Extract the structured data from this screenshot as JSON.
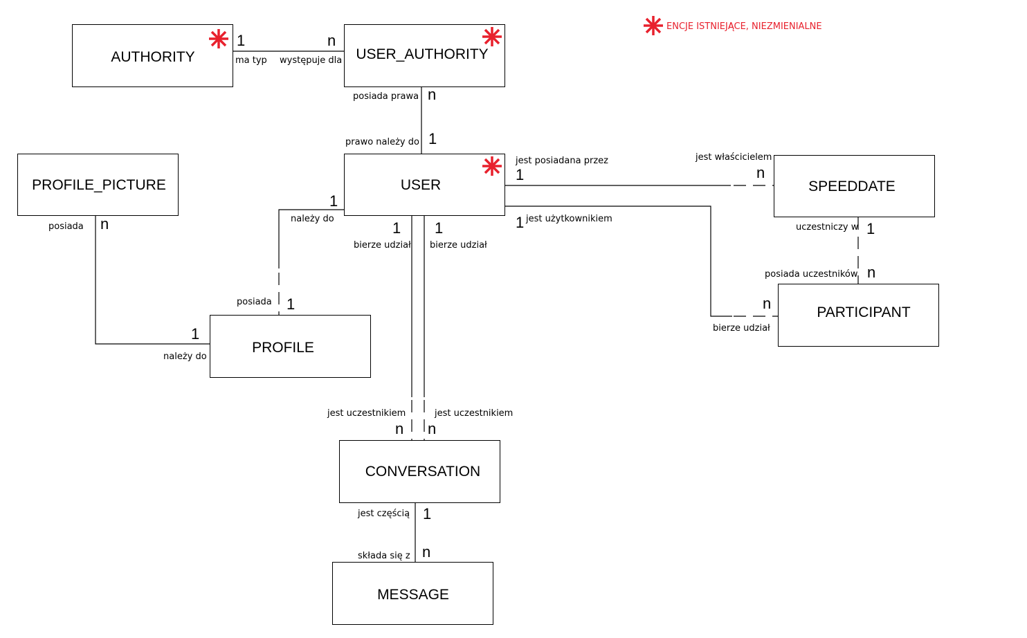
{
  "legend": {
    "text": "ENCJE ISTNIEJĄCE, NIEZMIENIALNE",
    "color": "#e8212d",
    "icon": "asterisk-icon"
  },
  "entities": {
    "authority": "AUTHORITY",
    "user_authority": "USER_AUTHORITY",
    "user": "USER",
    "profile_picture": "PROFILE_PICTURE",
    "speeddate": "SPEEDDATE",
    "profile": "PROFILE",
    "participant": "PARTICIPANT",
    "conversation": "CONVERSATION",
    "message": "MESSAGE"
  },
  "relationships": {
    "authority_user_authority": {
      "card_a": "1",
      "label_a": "ma typ",
      "card_b": "n",
      "label_b": "występuje dla"
    },
    "user_authority_user": {
      "card_a": "n",
      "label_a": "posiada prawa",
      "card_b": "1",
      "label_b": "prawo należy do"
    },
    "user_speeddate": {
      "card_a": "1",
      "label_a": "jest posiadana przez",
      "card_b": "n",
      "label_b": "jest właścicielem"
    },
    "user_participant": {
      "card_a": "1",
      "label_a": "jest użytkownikiem",
      "card_b": "n",
      "label_b": "bierze udział"
    },
    "speeddate_participant": {
      "card_a": "1",
      "label_a": "uczestniczy w",
      "card_b": "n",
      "label_b": "posiada uczestników"
    },
    "user_profile": {
      "card_a": "1",
      "label_a": "należy do",
      "card_b": "1",
      "label_b": "posiada"
    },
    "profile_picture_profile": {
      "card_a": "n",
      "label_a": "posiada",
      "card_b": "1",
      "label_b": "należy do"
    },
    "user_conversation_1": {
      "card_a": "1",
      "label_a": "bierze udział",
      "card_b": "n",
      "label_b": "jest uczestnikiem"
    },
    "user_conversation_2": {
      "card_a": "1",
      "label_a": "bierze udział",
      "card_b": "n",
      "label_b": "jest uczestnikiem"
    },
    "conversation_message": {
      "card_a": "1",
      "label_a": "jest częścią",
      "card_b": "n",
      "label_b": "składa się z"
    }
  }
}
